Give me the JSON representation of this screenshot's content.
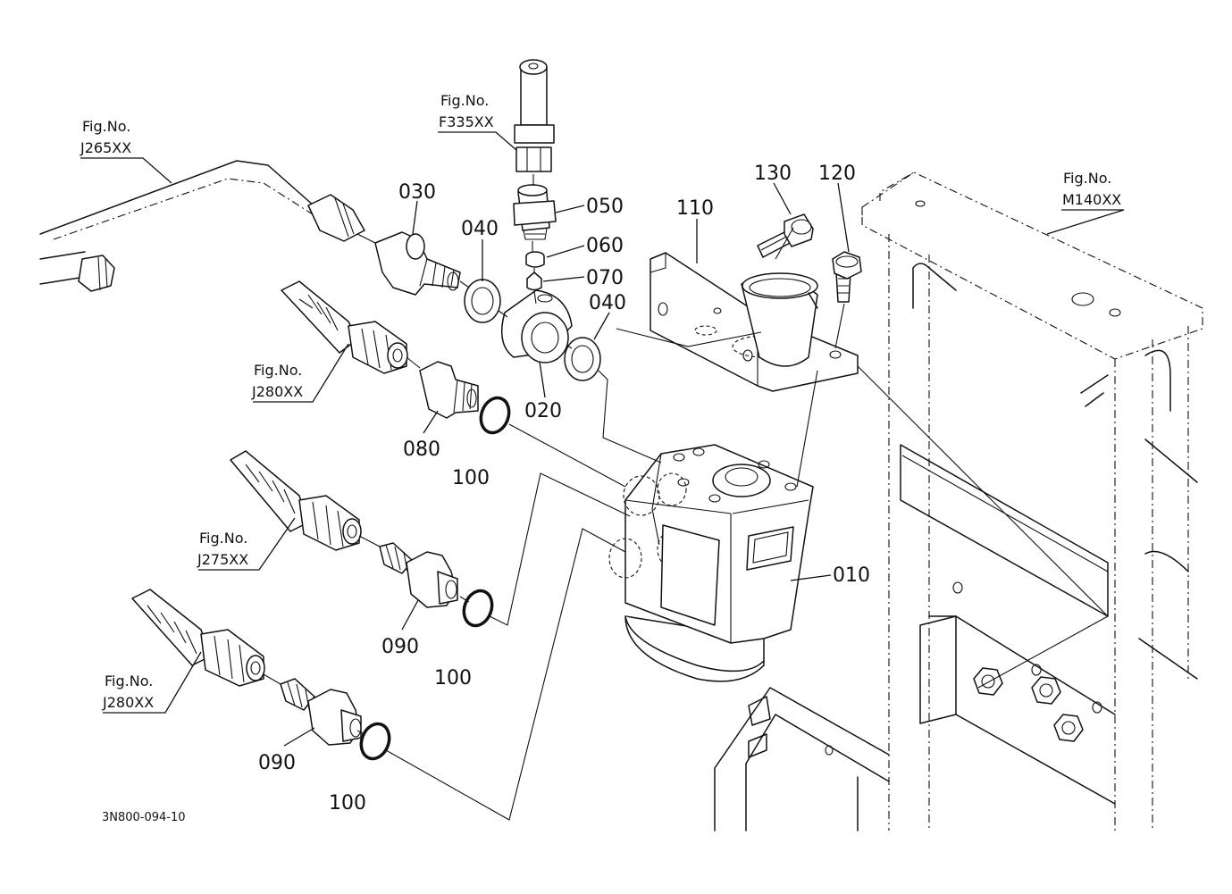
{
  "fig_refs": {
    "j265": {
      "line1": "Fig.No.",
      "line2": "J265XX"
    },
    "f335": {
      "line1": "Fig.No.",
      "line2": "F335XX"
    },
    "m140": {
      "line1": "Fig.No.",
      "line2": "M140XX"
    },
    "j280_upper": {
      "line1": "Fig.No.",
      "line2": "J280XX"
    },
    "j275": {
      "line1": "Fig.No.",
      "line2": "J275XX"
    },
    "j280_lower": {
      "line1": "Fig.No.",
      "line2": "J280XX"
    }
  },
  "parts": {
    "p010": "010",
    "p020": "020",
    "p030": "030",
    "p040_left": "040",
    "p040_right": "040",
    "p050": "050",
    "p060": "060",
    "p070": "070",
    "p080": "080",
    "p090_mid": "090",
    "p090_low": "090",
    "p100_top": "100",
    "p100_mid": "100",
    "p100_low": "100",
    "p110": "110",
    "p120": "120",
    "p130": "130"
  },
  "drawing_code": "3N800-094-10"
}
